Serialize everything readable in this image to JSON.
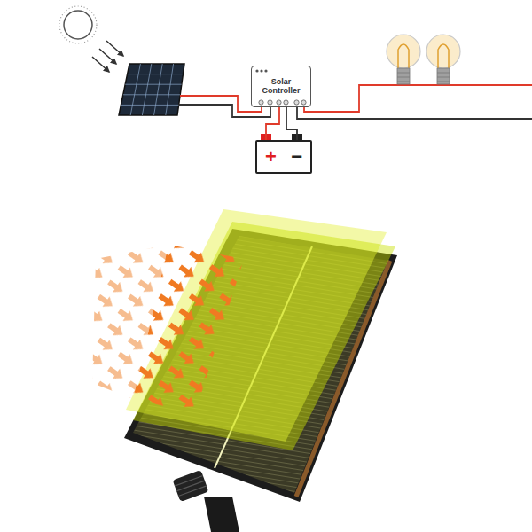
{
  "diagram": {
    "nodes": [
      {
        "text": [
          "Solar Controller"
        ]
      },
      {
        "text": [
          "+",
          "−"
        ]
      }
    ],
    "edges": [
      {
        "from": 0,
        "to": 1,
        "arrow": "none"
      },
      {
        "from": 0,
        "to": 1,
        "arrow": "none"
      }
    ]
  }
}
